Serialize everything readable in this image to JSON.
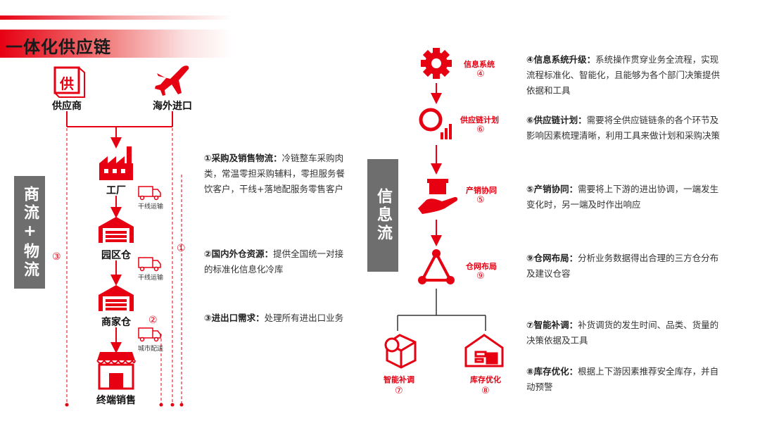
{
  "title": "一体化供应链",
  "left": {
    "supplier_label": "供应商",
    "supplier_glyph": "供",
    "overseas_label": "海外进口",
    "factory_label": "工厂",
    "park_label": "园区仓",
    "merchant_label": "商家仓",
    "retail_label": "终端销售",
    "truck1_label": "干线运输",
    "truck2_label": "干线运输",
    "truck3_label": "城市配送",
    "side_label": "商流+物流",
    "num_left": "③",
    "num_right1": "①",
    "num_right2": "②"
  },
  "left_desc": [
    {
      "head": "①采购及销售物流：",
      "body": "冷链整车采购肉类，常温零担采购辅料，零担服务餐饮客户，干线+落地配服务零售客户"
    },
    {
      "head": "②国内外仓资源：",
      "body": "提供全国统一对接的标准化信息化冷库"
    },
    {
      "head": "③进出口需求：",
      "body": "处理所有进出口业务"
    }
  ],
  "right": {
    "side_label": "信息流",
    "nodes": [
      {
        "label": "信息系统",
        "num": "④",
        "icon": "gear-icon"
      },
      {
        "label": "供应链计划",
        "num": "⑥",
        "icon": "planning-chart-icon"
      },
      {
        "label": "产销协同",
        "num": "⑤",
        "icon": "hand-box-icon"
      },
      {
        "label": "仓网布局",
        "num": "⑨",
        "icon": "triangle-network-icon"
      }
    ],
    "branch": [
      {
        "label": "智能补调",
        "num": "⑦",
        "icon": "box-exchange-icon"
      },
      {
        "label": "库存优化",
        "num": "⑧",
        "icon": "warehouse-box-icon"
      }
    ]
  },
  "right_desc": [
    {
      "head": "④信息系统升级：",
      "body": "系统操作贯穿业务全流程，实现流程标准化、智能化，且能够为各个部门决策提供依据和工具"
    },
    {
      "head": "⑥供应链计划：",
      "body": "需要将全供应链链条的各个环节及影响因素梳理清晰，利用工具来做计划和采购决策"
    },
    {
      "head": "⑤产销协同：",
      "body": "需要将上下游的进出协调，一端发生变化时，另一端及时作出响应"
    },
    {
      "head": "⑨仓网布局：",
      "body": "分析业务数据得出合理的三方仓分布及建议仓容"
    },
    {
      "head": "⑦智能补调：",
      "body": "补货调货的发生时间、品类、货量的决策依据及工具"
    },
    {
      "head": "⑧库存优化：",
      "body": "根据上下游因素推荐安全库存，并自动预警"
    }
  ],
  "colors": {
    "accent": "#e60012",
    "side_block": "#6e6e6e"
  }
}
